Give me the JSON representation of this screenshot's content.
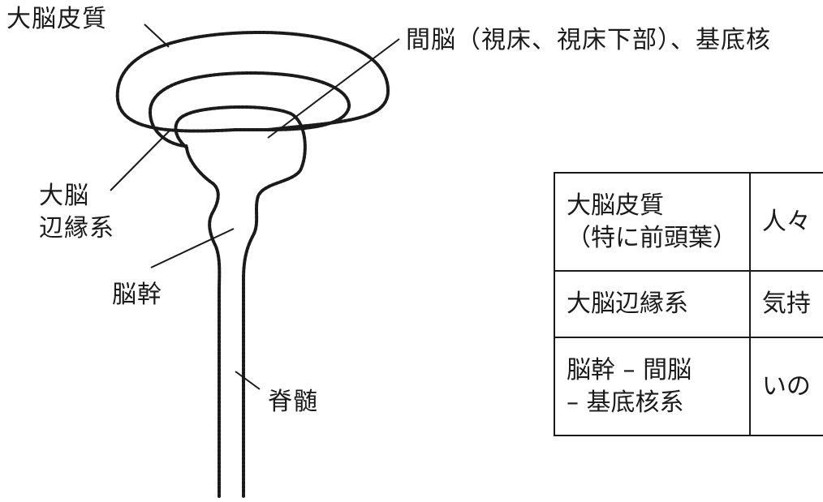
{
  "labels": {
    "cerebral_cortex": "大脳皮質",
    "diencephalon": "間脳（視床、視床下部）、基底核",
    "limbic_line1": "大脳",
    "limbic_line2": "辺縁系",
    "brainstem": "脳幹",
    "spinal_cord": "脊髄"
  },
  "table": {
    "rows": [
      {
        "name_line1": "大脳皮質",
        "name_line2": "（特に前頭葉）",
        "desc": "人々"
      },
      {
        "name_line1": "大脳辺縁系",
        "name_line2": "",
        "desc": "気持"
      },
      {
        "name_line1": "脳幹 – 間脳",
        "name_line2": "– 基底核系",
        "desc": "いの"
      }
    ]
  }
}
